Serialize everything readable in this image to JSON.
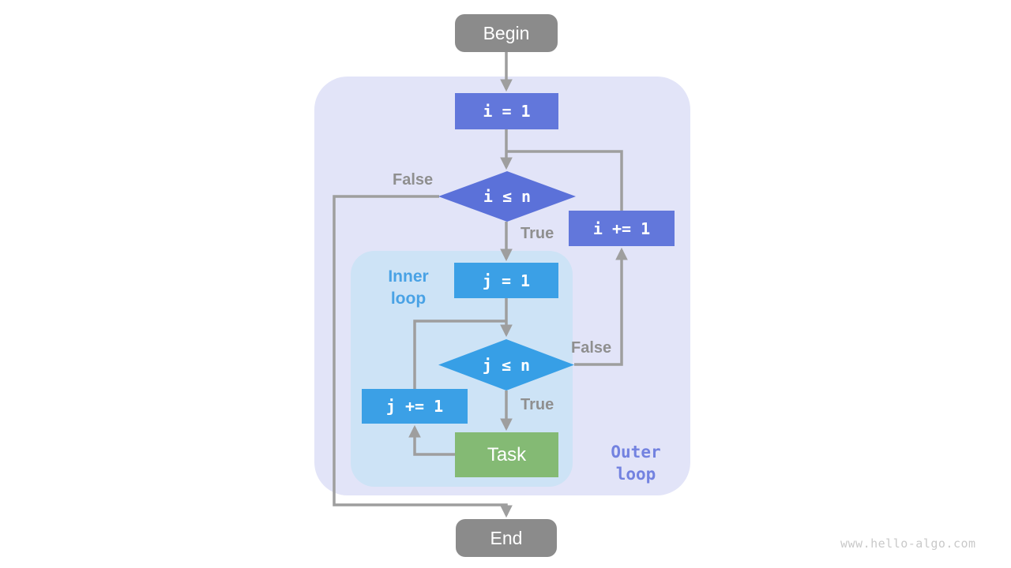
{
  "diagram": {
    "nodes": {
      "begin": "Begin",
      "init_i": "i = 1",
      "cond_i": "i ≤ n",
      "inc_i": "i += 1",
      "init_j": "j = 1",
      "cond_j": "j ≤ n",
      "inc_j": "j += 1",
      "task": "Task",
      "end": "End"
    },
    "edge_labels": {
      "outer_false": "False",
      "outer_true": "True",
      "inner_false": "False",
      "inner_true": "True"
    },
    "regions": {
      "inner_loop_line1": "Inner",
      "inner_loop_line2": "loop",
      "outer_loop_line1": "Outer",
      "outer_loop_line2": "loop"
    },
    "colors": {
      "outer_panel": "#e2e4f8",
      "inner_panel": "#cde3f6",
      "outer_node": "#6277db",
      "outer_diamond": "#5b71d9",
      "inner_node": "#3ba0e6",
      "inner_diamond": "#379fe6",
      "task_node": "#84ba74",
      "terminal_node": "#8b8b8b",
      "connector": "#9e9e9e",
      "label_gray": "#8f8f8f",
      "inner_label": "#49a2e5",
      "outer_label": "#7382e0",
      "watermark_color": "#c9c9c9"
    }
  },
  "watermark": "www.hello-algo.com"
}
